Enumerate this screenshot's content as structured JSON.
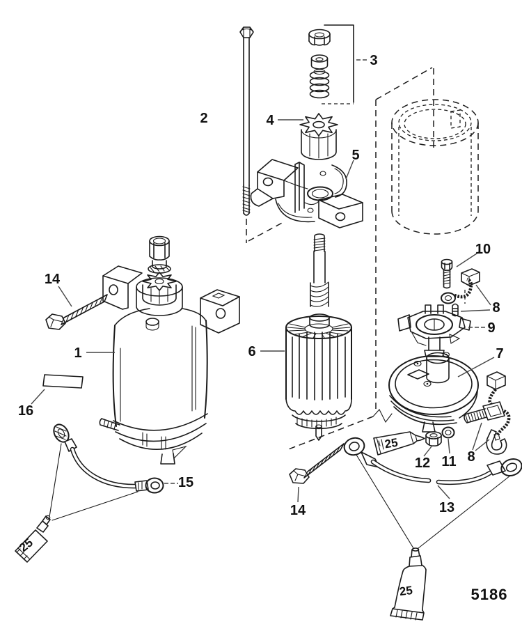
{
  "figure": {
    "drawing_number": "5186",
    "line_color": "#1a1a1a",
    "background_color": "#ffffff"
  },
  "callouts": {
    "c1": "1",
    "c2": "2",
    "c3": "3",
    "c4": "4",
    "c5": "5",
    "c6": "6",
    "c7": "7",
    "c8_upper": "8",
    "c8_lower": "8",
    "c9": "9",
    "c10": "10",
    "c11": "11",
    "c12": "12",
    "c13": "13",
    "c14_left": "14",
    "c14_bottom": "14",
    "c15": "15",
    "c16": "16",
    "c25_left_tube": "25",
    "c25_middle_tube": "25",
    "c25_bottom_tube": "25"
  }
}
